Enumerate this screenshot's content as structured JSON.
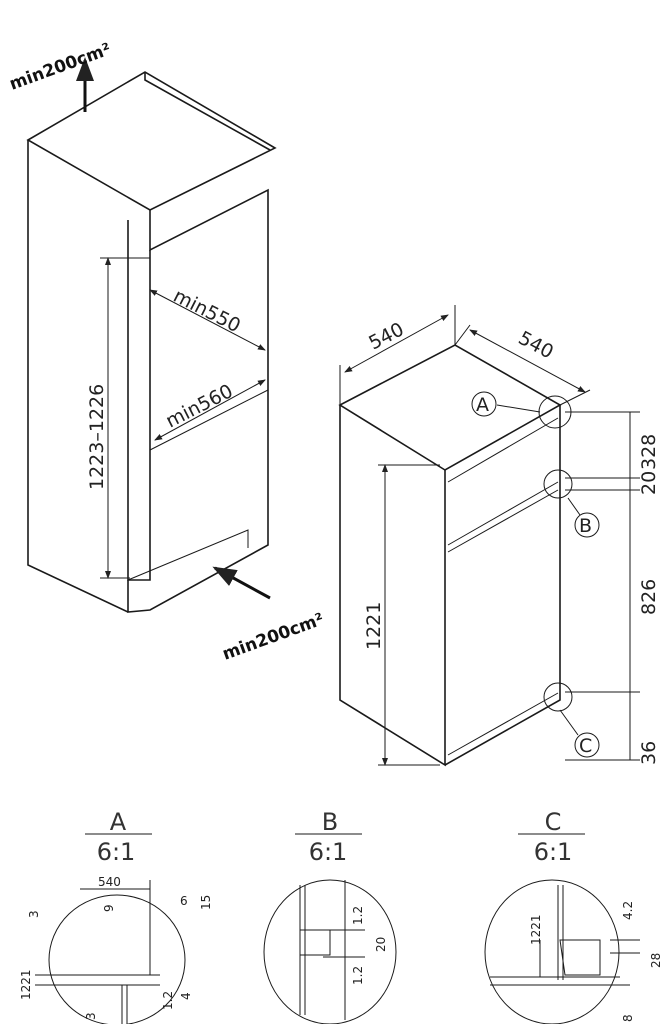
{
  "cabinet": {
    "ventilation_top": "min200cm²",
    "ventilation_bottom": "min200cm²",
    "niche_height": "1223–1226",
    "min_depth": "min550",
    "min_width": "min560"
  },
  "appliance": {
    "width": "540",
    "depth": "540",
    "height": "1221",
    "dims_right": [
      "328",
      "20",
      "826",
      "36"
    ],
    "callouts": [
      "A",
      "B",
      "C"
    ]
  },
  "details": [
    {
      "label": "A",
      "scale": "6:1",
      "dims": [
        "540",
        "6",
        "15",
        "9",
        "3",
        "3",
        "1221",
        "1.2",
        "4"
      ]
    },
    {
      "label": "B",
      "scale": "6:1",
      "dims": [
        "1.2",
        "20",
        "1.2"
      ]
    },
    {
      "label": "C",
      "scale": "6:1",
      "dims": [
        "4.2",
        "1221",
        "28",
        "8"
      ]
    }
  ]
}
